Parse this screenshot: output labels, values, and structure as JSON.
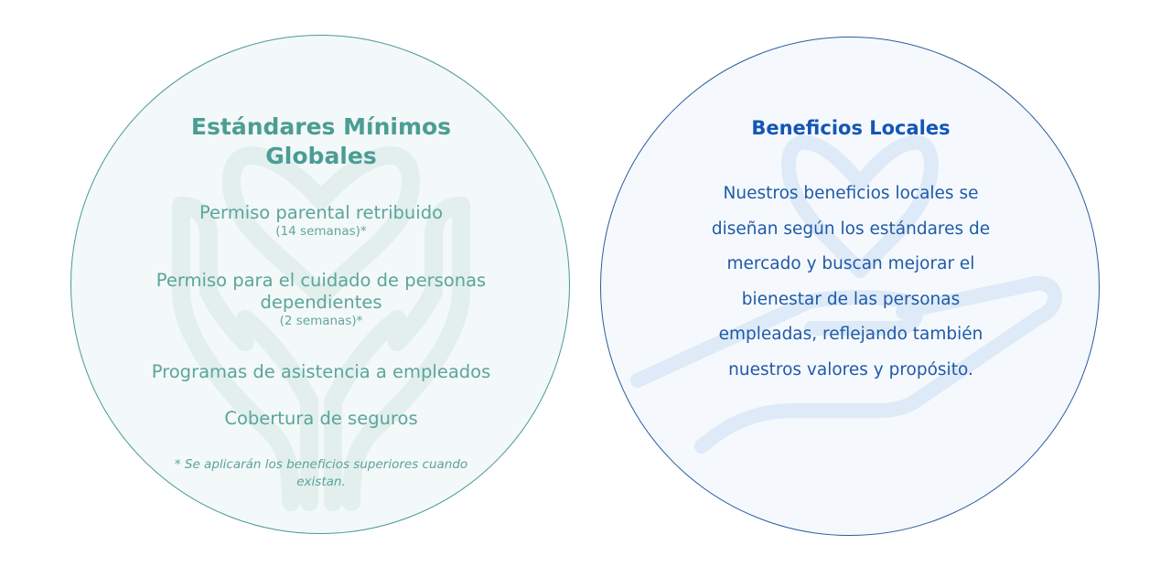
{
  "global_standards": {
    "title_line1": "Estándares Mínimos",
    "title_line2": "Globales",
    "items": [
      {
        "label": "Permiso parental retribuido",
        "sub": "(14 semanas)*"
      },
      {
        "label_line1": "Permiso para el cuidado de personas",
        "label_line2": "dependientes",
        "sub": "(2 semanas)*"
      },
      {
        "label": "Programas de asistencia a empleados"
      },
      {
        "label": "Cobertura de seguros"
      }
    ],
    "note_line1": "* Se aplicarán los beneficios superiores cuando",
    "note_line2": "existan.",
    "background_icon": "hands-holding-heart-icon",
    "colors": {
      "title": "#4a9d94",
      "text": "#5ba59c",
      "border": "#4a9a94",
      "fill": "#f3f8f8",
      "icon": "#e0eeec"
    }
  },
  "local_benefits": {
    "title": "Beneficios Locales",
    "body_lines": [
      "Nuestros beneficios locales se",
      "diseñan según los estándares de",
      "mercado y buscan mejorar el",
      "bienestar de las personas",
      "empleadas, reflejando también",
      "nuestros valores y propósito."
    ],
    "background_icon": "hand-with-heart-icon",
    "colors": {
      "title": "#1456b4",
      "text": "#1f5aa8",
      "border": "#2a5d9c",
      "fill": "#f5f9fd",
      "icon": "#dde9f6"
    }
  }
}
